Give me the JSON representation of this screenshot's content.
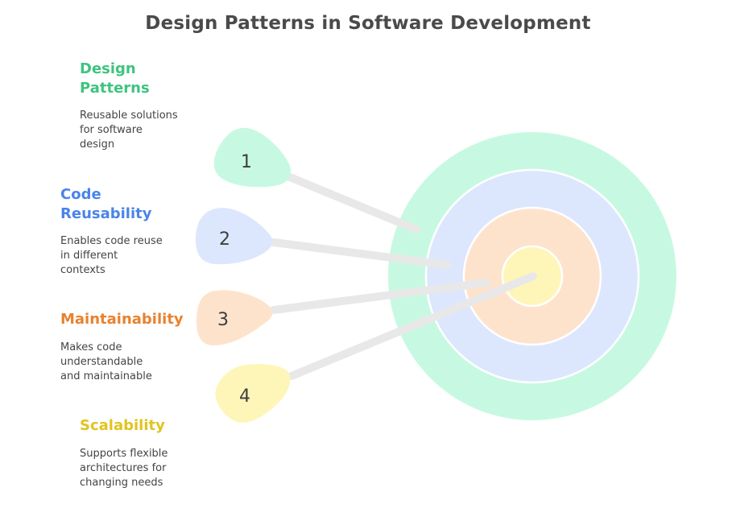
{
  "title": "Design Patterns in Software Development",
  "colors": {
    "title": "#4a4a4a",
    "description_text": "#444444",
    "arrow": "#e8e8e8",
    "ring_separator": "#ffffff"
  },
  "target": {
    "rings": [
      {
        "name": "outer",
        "color": "#c7f9e2"
      },
      {
        "name": "second",
        "color": "#dce7fd"
      },
      {
        "name": "third",
        "color": "#fee3cc"
      },
      {
        "name": "bullseye",
        "color": "#fef6b8"
      }
    ]
  },
  "items": [
    {
      "number": "1",
      "heading": "Design Patterns",
      "heading_lines": [
        "Design",
        "Patterns"
      ],
      "description_lines": [
        "Reusable solutions",
        "for software",
        "design"
      ],
      "heading_color": "#3ec47f",
      "pin_color": "#c7f9e2"
    },
    {
      "number": "2",
      "heading": "Code Reusability",
      "heading_lines": [
        "Code",
        "Reusability"
      ],
      "description_lines": [
        "Enables code reuse",
        "in different",
        "contexts"
      ],
      "heading_color": "#4a84e8",
      "pin_color": "#dce7fd"
    },
    {
      "number": "3",
      "heading": "Maintainability",
      "heading_lines": [
        "Maintainability"
      ],
      "description_lines": [
        "Makes code",
        "understandable",
        "and maintainable"
      ],
      "heading_color": "#e8822e",
      "pin_color": "#fee3cc"
    },
    {
      "number": "4",
      "heading": "Scalability",
      "heading_lines": [
        "Scalability"
      ],
      "description_lines": [
        "Supports flexible",
        "architectures for",
        "changing needs"
      ],
      "heading_color": "#e0c420",
      "pin_color": "#fef6b8"
    }
  ]
}
